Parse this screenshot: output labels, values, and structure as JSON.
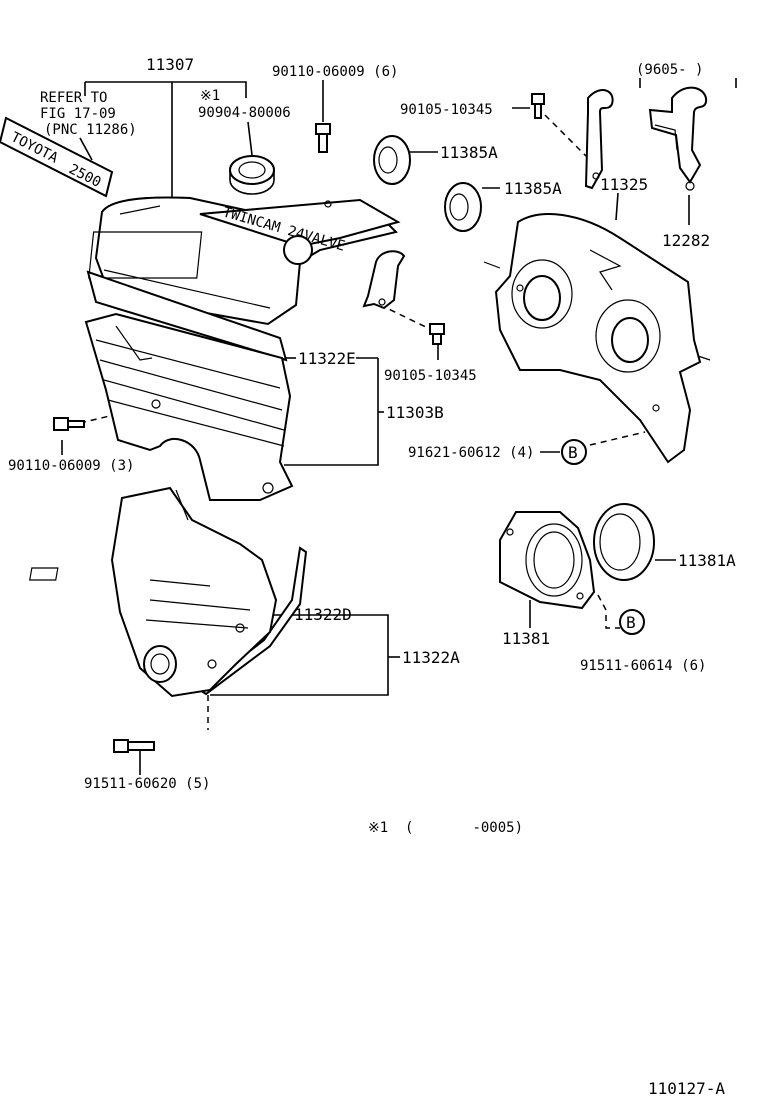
{
  "labels": {
    "p11307": "11307",
    "refer_line1": "REFER TO",
    "refer_line2": "FIG 17-09",
    "refer_line3": "(PNC 11286)",
    "note_mark": "※1",
    "p90904": "90904-80006",
    "p90110_top": "90110-06009 (6)",
    "p90105_top": "90105-10345",
    "p11385a_1": "11385A",
    "p11385a_2": "11385A",
    "date_range": "(9605-       )",
    "p11325": "11325",
    "p12282": "12282",
    "p11322e": "11322E",
    "p90105_mid": "90105-10345",
    "p11303b": "11303B",
    "p90110_left": "90110-06009 (3)",
    "p91621": "91621-60612 (4)",
    "circle_b_1": "B",
    "p11381a": "11381A",
    "p11322d": "11322D",
    "p11322a": "11322A",
    "p11381": "11381",
    "circle_b_2": "B",
    "p91511_right": "91511-60614 (6)",
    "p91511_left": "91511-60620 (5)",
    "footnote": "※1  (       -0005)",
    "figure_id": "110127-A",
    "cover_brand": "TOYOTA",
    "cover_model": "2500",
    "cover_text": "TWINCAM 24VALVE"
  }
}
